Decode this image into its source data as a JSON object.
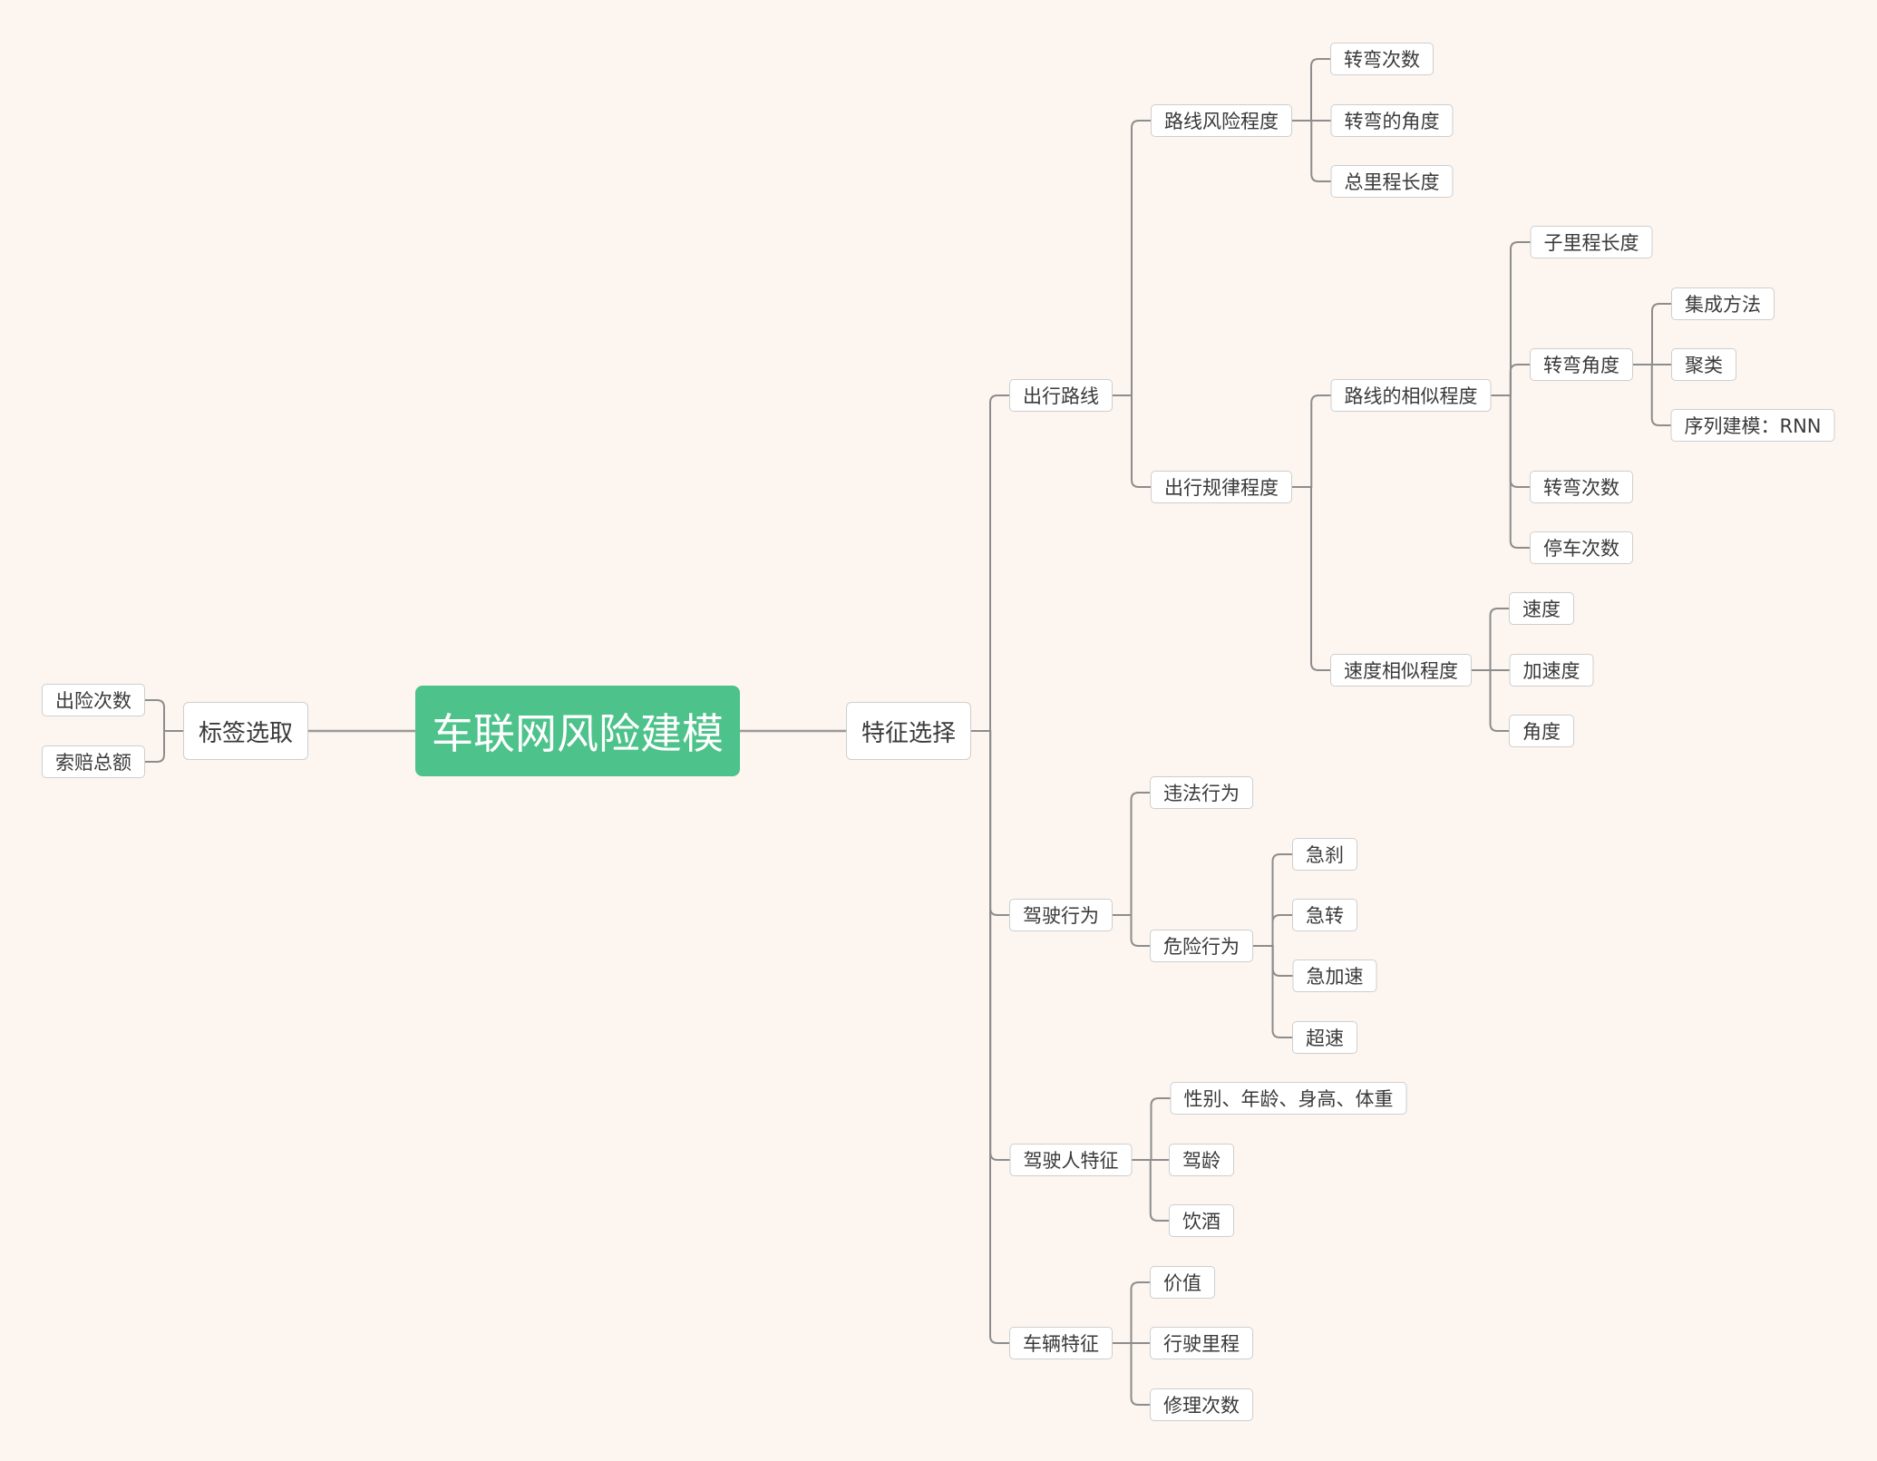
{
  "colors": {
    "background": "#fcf5f0",
    "root_fill": "#4dc28a",
    "root_text": "#ffffff",
    "node_fill": "#ffffff",
    "node_border": "#cfcfcf",
    "connector": "#8d8d8d"
  },
  "mindmap": {
    "root": "车联网风险建模",
    "label_branch": {
      "title": "标签选取",
      "items": [
        "出险次数",
        "索赔总额"
      ]
    },
    "feature_branch": {
      "title": "特征选择",
      "route": {
        "title": "出行路线",
        "risk": {
          "title": "路线风险程度",
          "items": [
            "转弯次数",
            "转弯的角度",
            "总里程长度"
          ]
        },
        "regularity": {
          "title": "出行规律程度",
          "similarity": {
            "title": "路线的相似程度",
            "sub_mileage": "子里程长度",
            "turn_angle": {
              "title": "转弯角度",
              "items": [
                "集成方法",
                "聚类",
                "序列建模：RNN"
              ]
            },
            "turn_count": "转弯次数",
            "stop_count": "停车次数"
          },
          "speed_similarity": {
            "title": "速度相似程度",
            "items": [
              "速度",
              "加速度",
              "角度"
            ]
          }
        }
      },
      "driving": {
        "title": "驾驶行为",
        "illegal": "违法行为",
        "dangerous": {
          "title": "危险行为",
          "items": [
            "急刹",
            "急转",
            "急加速",
            "超速"
          ]
        }
      },
      "driver": {
        "title": "驾驶人特征",
        "items": [
          "性别、年龄、身高、体重",
          "驾龄",
          "饮酒"
        ]
      },
      "vehicle": {
        "title": "车辆特征",
        "items": [
          "价值",
          "行驶里程",
          "修理次数"
        ]
      }
    }
  }
}
